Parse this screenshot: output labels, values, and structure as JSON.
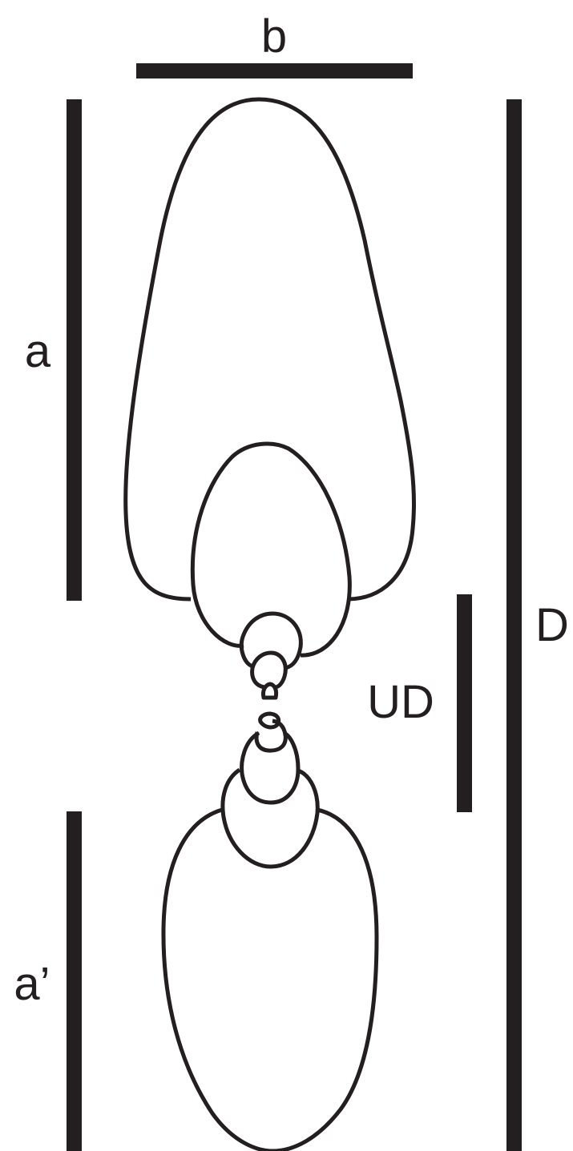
{
  "labels": {
    "b": "b",
    "a": "a",
    "a_prime": "a’",
    "UD": "UD",
    "D": "D"
  },
  "colors": {
    "line": "#231f20",
    "background": "#ffffff"
  }
}
